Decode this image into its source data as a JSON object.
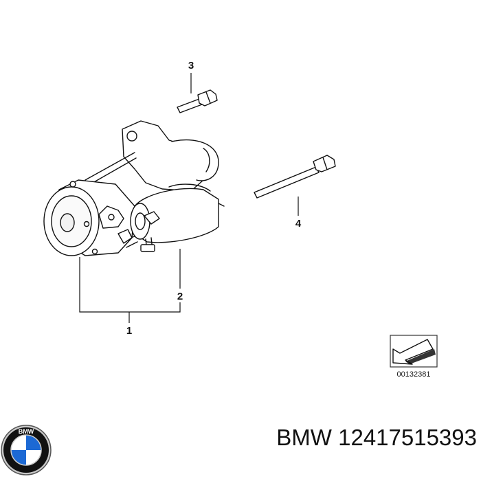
{
  "diagram": {
    "callouts": {
      "c1": "1",
      "c2": "2",
      "c3": "3",
      "c4": "4"
    },
    "reference_code": "00132381"
  },
  "caption": {
    "brand": "BMW",
    "part_number": "12417515393",
    "text": "BMW 12417515393"
  },
  "logo": {
    "name": "bmw-roundel",
    "colors": {
      "blue": "#1c69d4",
      "black": "#111111",
      "white": "#ffffff",
      "silver": "#c9c9c9"
    }
  }
}
